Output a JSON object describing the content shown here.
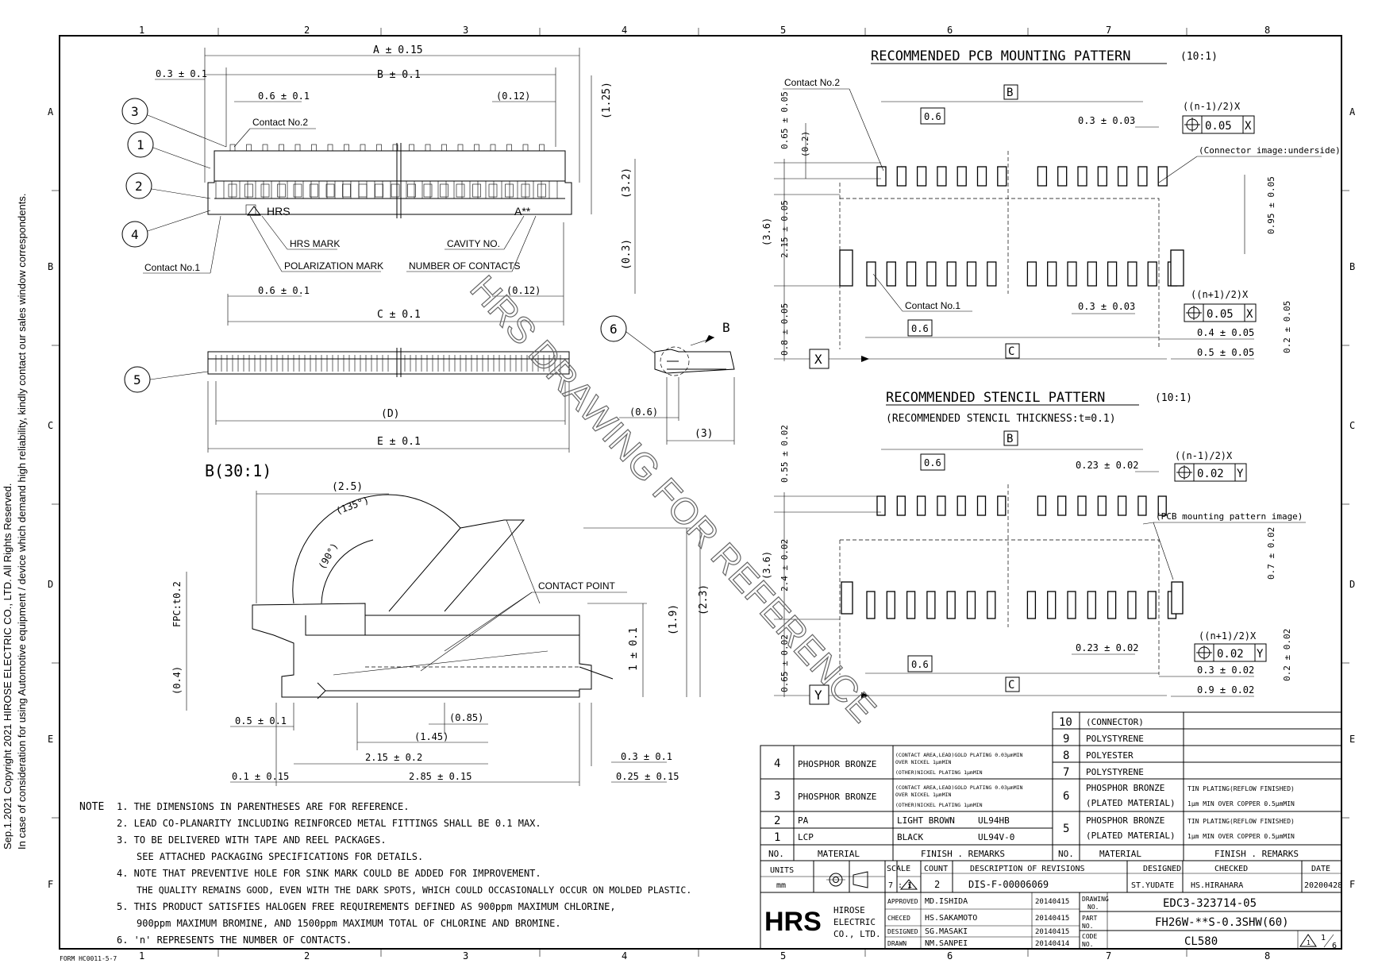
{
  "copyright_side": [
    "Sep.1.2021 Copyright 2021 HIROSE ELECTRIC CO., LTD. All Rights Reserved.",
    "In case of consideration for using Automotive equipment / device which demand high reliability, kindly contact our sales window correspondents."
  ],
  "grid": {
    "cols": [
      "1",
      "2",
      "3",
      "4",
      "5",
      "6",
      "7",
      "8"
    ],
    "rows": [
      "A",
      "B",
      "C",
      "D",
      "E",
      "F"
    ]
  },
  "form_no": "FORM HC0011-5-7",
  "watermark": "HRS DRAWING FOR REFERENCE",
  "front_view": {
    "dims": {
      "a": "A ± 0.15",
      "b": "B ± 0.1",
      "p03": "0.3 ± 0.1",
      "p06": "0.6 ± 0.1",
      "p012": "(0.12)",
      "h125": "(1.25)",
      "h32": "(3.2)",
      "h03": "(0.3)",
      "c": "C ± 0.1",
      "p06b": "0.6 ± 0.1",
      "p012b": "(0.12)"
    },
    "callouts": [
      "3",
      "1",
      "2",
      "4"
    ],
    "labels": {
      "contact2": "Contact No.2",
      "contact1": "Contact No.1",
      "hrs_mark": "HRS MARK",
      "polar": "POLARIZATION MARK",
      "cavity": "CAVITY NO.",
      "num_contacts": "NUMBER OF CONTACTS",
      "marking_left": "HRS",
      "marking_right": "A**"
    }
  },
  "bottom_view": {
    "callout": "5",
    "d": "(D)",
    "e": "E ± 0.1"
  },
  "side_view": {
    "callout": "6",
    "detail": "B",
    "d06": "(0.6)",
    "d3": "(3)"
  },
  "detail_b": {
    "title": "B(30:1)",
    "dims": {
      "d25": "(2.5)",
      "a135": "(135°)",
      "a90": "(90°)",
      "fpc": "FPC:t0.2",
      "d04": "(0.4)",
      "d05": "0.5 ± 0.1",
      "d085": "(0.85)",
      "d145": "(1.45)",
      "d215": "2.15 ± 0.2",
      "d01": "0.1 ± 0.15",
      "d285": "2.85 ± 0.15",
      "d03": "0.3 ± 0.1",
      "d025": "0.25 ± 0.15",
      "h1": "1 ± 0.1",
      "h19": "(1.9)",
      "h23": "(2.3)"
    },
    "contact_point": "CONTACT POINT"
  },
  "pcb": {
    "title": "RECOMMENDED PCB MOUNTING PATTERN",
    "scale": "(10:1)",
    "contact2": "Contact No.2",
    "contact1": "Contact No.1",
    "b": "B",
    "c": "C",
    "x": "X",
    "p06": "0.6",
    "p06b": "0.6",
    "w03": "0.3 ± 0.03",
    "w03b": "0.3 ± 0.03",
    "tol_top_n": "((n-1)/2)X",
    "tol_bot_n": "((n+1)/2)X",
    "tol_val": "0.05",
    "tol_ref": "X",
    "note": "(Connector image:underside)",
    "v065": "0.65 ± 0.05",
    "v02": "(0.2)",
    "v215": "2.15 ± 0.05",
    "v36": "(3.6)",
    "v08": "0.8 ± 0.05",
    "v095": "0.95 ± 0.05",
    "v02b": "0.2 ± 0.05",
    "h04": "0.4 ± 0.05",
    "h05": "0.5 ± 0.05"
  },
  "stencil": {
    "title": "RECOMMENDED STENCIL PATTERN",
    "scale": "(10:1)",
    "thickness": "(RECOMMENDED STENCIL THICKNESS:t=0.1)",
    "b": "B",
    "c": "C",
    "y": "Y",
    "p06": "0.6",
    "p06b": "0.6",
    "w023": "0.23 ± 0.02",
    "w023b": "0.23 ± 0.02",
    "tol_top_n": "((n-1)/2)X",
    "tol_bot_n": "((n+1)/2)X",
    "tol_val": "0.02",
    "tol_ref": "Y",
    "note": "(PCB mounting pattern image)",
    "v055": "0.55 ± 0.02",
    "v36": "(3.6)",
    "v24": "2.4 ± 0.02",
    "v065": "0.65 ± 0.02",
    "v07": "0.7 ± 0.02",
    "v02": "0.2 ± 0.02",
    "h03": "0.3 ± 0.02",
    "h09": "0.9 ± 0.02"
  },
  "notes": {
    "head": "NOTE",
    "lines": [
      "1. THE DIMENSIONS IN PARENTHESES ARE FOR REFERENCE.",
      "2. LEAD CO-PLANARITY INCLUDING REINFORCED METAL FITTINGS SHALL BE 0.1 MAX.",
      "3. TO BE DELIVERED WITH TAPE AND REEL PACKAGES.",
      "SEE ATTACHED PACKAGING SPECIFICATIONS FOR DETAILS.",
      "4. NOTE THAT PREVENTIVE HOLE FOR SINK MARK COULD BE ADDED FOR IMPROVEMENT.",
      "THE QUALITY REMAINS GOOD, EVEN WITH THE DARK SPOTS, WHICH COULD OCCASIONALLY OCCUR ON MOLDED PLASTIC.",
      "5. THIS PRODUCT SATISFIES HALOGEN FREE REQUIREMENTS DEFINED AS 900ppm MAXIMUM CHLORINE,",
      "900ppm MAXIMUM BROMINE, AND 1500ppm MAXIMUM TOTAL OF CHLORINE AND BROMINE.",
      "6. 'n' REPRESENTS THE NUMBER OF CONTACTS."
    ]
  },
  "bom_right": [
    {
      "no": "10",
      "material": "(CONNECTOR)",
      "finish": ""
    },
    {
      "no": "9",
      "material": "POLYSTYRENE",
      "finish": ""
    },
    {
      "no": "8",
      "material": "POLYESTER",
      "finish": ""
    },
    {
      "no": "7",
      "material": "POLYSTYRENE",
      "finish": ""
    },
    {
      "no": "6",
      "material": "PHOSPHOR BRONZE",
      "material2": "(PLATED MATERIAL)",
      "finish": "TIN PLATING(REFLOW FINISHED)",
      "finish2": "1μm MIN OVER COPPER 0.5μmMIN"
    },
    {
      "no": "5",
      "material": "PHOSPHOR BRONZE",
      "material2": "(PLATED MATERIAL)",
      "finish": "TIN PLATING(REFLOW FINISHED)",
      "finish2": "1μm MIN OVER COPPER 0.5μmMIN"
    }
  ],
  "bom_left": [
    {
      "no": "4",
      "material": "PHOSPHOR BRONZE",
      "finish": "(CONTACT AREA,LEAD)GOLD PLATING 0.03μmMIN",
      "finish2": "OVER NICKEL 1μmMIN",
      "finish3": "(OTHER)NICKEL PLATING 1μmMIN"
    },
    {
      "no": "3",
      "material": "PHOSPHOR BRONZE",
      "finish": "(CONTACT AREA,LEAD)GOLD PLATING 0.03μmMIN",
      "finish2": "OVER NICKEL 1μmMIN",
      "finish3": "(OTHER)NICKEL PLATING 1μmMIN"
    },
    {
      "no": "2",
      "material": "PA",
      "finish": "LIGHT BROWN",
      "finish_r": "UL94HB"
    },
    {
      "no": "1",
      "material": "LCP",
      "finish": "BLACK",
      "finish_r": "UL94V-0"
    }
  ],
  "bom_header": {
    "no": "NO.",
    "material": "MATERIAL",
    "finish": "FINISH . REMARKS"
  },
  "title_block": {
    "units": "UNITS",
    "units_val": "mm",
    "scale": "SCALE",
    "scale_val": "7 : 1",
    "count": "COUNT",
    "count_val": "2",
    "desc": "DESCRIPTION OF REVISIONS",
    "desc_val": "DIS-F-00006069",
    "designed": "DESIGNED",
    "designed_val": "ST.YUDATE",
    "checked": "CHECKED",
    "checked_val": "HS.HIRAHARA",
    "date": "DATE",
    "date_val": "20200428",
    "company1": "HIROSE",
    "company2": "ELECTRIC",
    "company3": "CO., LTD.",
    "logo": "HRS",
    "approved": "APPROVED",
    "approved_val": "MD.ISHIDA",
    "approved_date": "20140415",
    "checked2": "CHECED",
    "checked2_val": "HS.SAKAMOTO",
    "checked2_date": "20140415",
    "designed2": "DESIGNED",
    "designed2_val": "SG.MASAKI",
    "designed2_date": "20140415",
    "drawn": "DRAWN",
    "drawn_val": "NM.SANPEI",
    "drawn_date": "20140414",
    "drawing_no_l1": "DRAWING",
    "drawing_no_l2": "NO.",
    "drawing_no": "EDC3-323714-05",
    "part_no_l1": "PART",
    "part_no_l2": "NO.",
    "part_no": "FH26W-**S-0.3SHW(60)",
    "code_l1": "CODE",
    "code_l2": "NO.",
    "code_no": "CL580",
    "rev": "1",
    "sheet": "1",
    "sheets": "6"
  }
}
